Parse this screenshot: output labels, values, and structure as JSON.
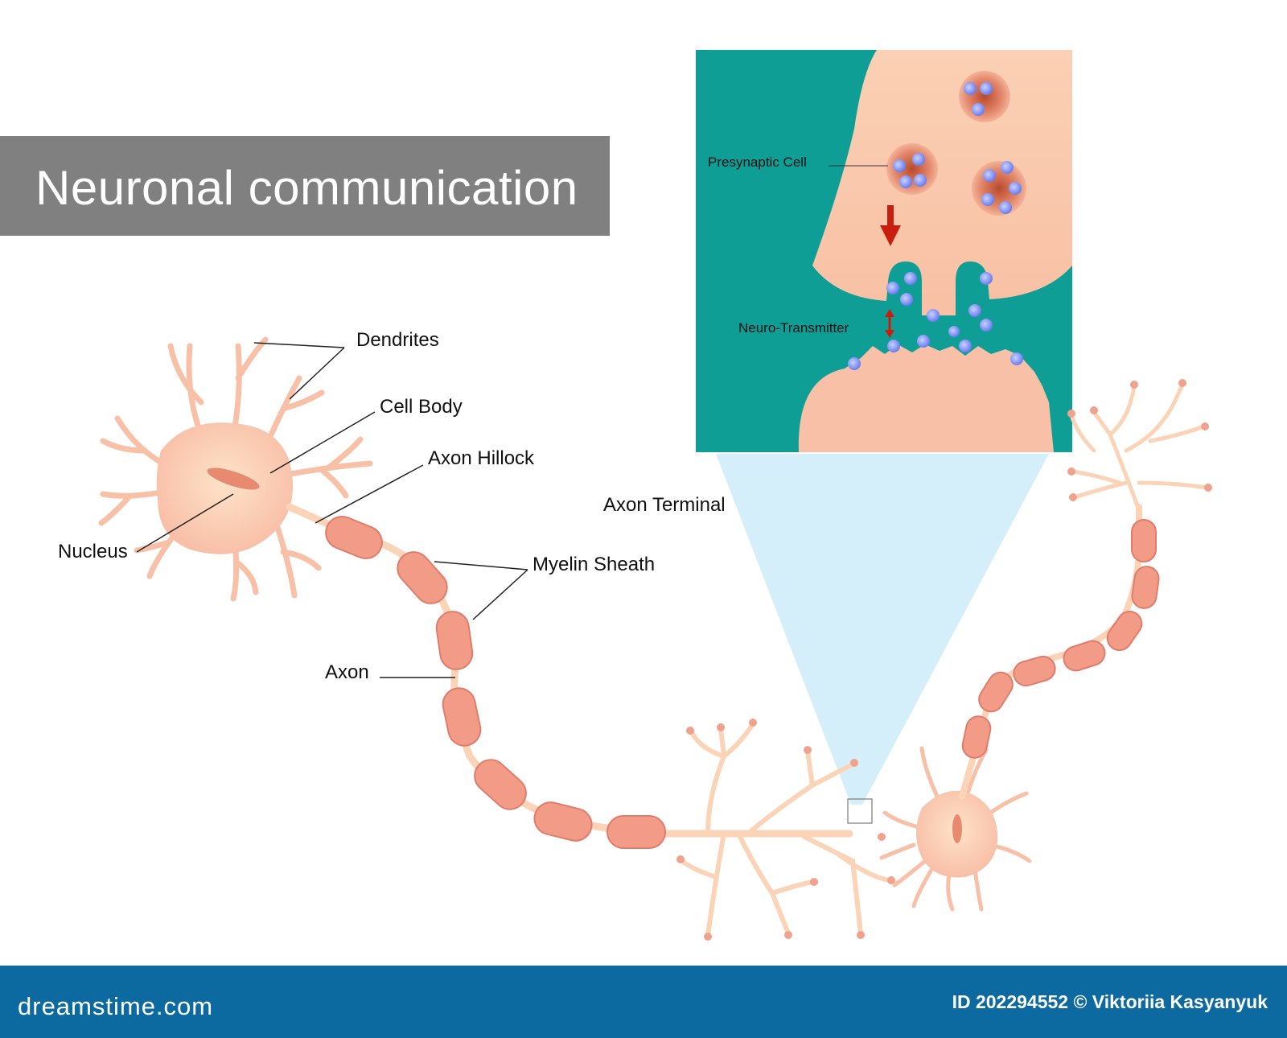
{
  "title": "Neuronal communication",
  "labels": {
    "dendrites": "Dendrites",
    "cell_body": "Cell Body",
    "axon_hillock": "Axon Hillock",
    "nucleus": "Nucleus",
    "myelin_sheath": "Myelin Sheath",
    "axon": "Axon",
    "axon_terminal": "Axon Terminal"
  },
  "inset": {
    "presynaptic_cell": "Presynaptic Cell",
    "neuro_transmitter": "Neuro-Transmitter"
  },
  "footer": {
    "brand": "dreamstime.com",
    "credit": "ID 202294552 © Viktoriia  Kasyanyuk"
  },
  "colors": {
    "neuron": "#f8c2aa",
    "myelin": "#f09080",
    "inset_background": "#0f9e95",
    "vesicle": "#7f8ff5",
    "arrow": "#c81e10",
    "title_bar": "#808080",
    "footer": "#0c6aa0"
  }
}
